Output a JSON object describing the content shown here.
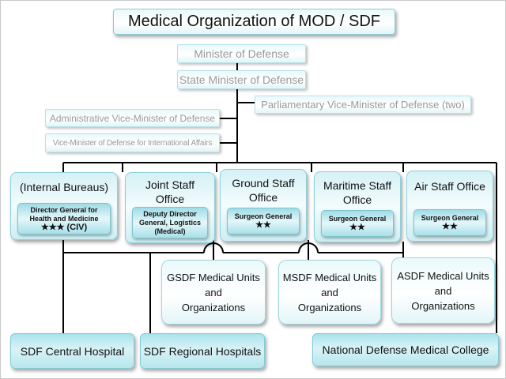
{
  "title": "Medical Organization of MOD / SDF",
  "leadership": {
    "minister": "Minister of Defense",
    "state_minister": "State Minister of Defense",
    "parliamentary_vice": "Parliamentary Vice-Minister of Defense (two)",
    "admin_vice": "Administrative Vice-Minister of Defense",
    "intl_vice": "Vice-Minister of Defense for International Affairs"
  },
  "offices": [
    {
      "name": "(Internal Bureaus)",
      "role": "Director General for Health and Medicine",
      "rank": "★★★ (CIV)"
    },
    {
      "name": "Joint Staff Office",
      "role": "Deputy Director General, Logistics (Medical)",
      "rank": ""
    },
    {
      "name": "Ground Staff Office",
      "role": "Surgeon General",
      "rank": "★★"
    },
    {
      "name": "Maritime Staff Office",
      "role": "Surgeon General",
      "rank": "★★"
    },
    {
      "name": "Air Staff Office",
      "role": "Surgeon General",
      "rank": "★★"
    }
  ],
  "units": [
    {
      "label": "GSDF Medical Units\nand\nOrganizations"
    },
    {
      "label": "MSDF Medical Units\nand\nOrganizations"
    },
    {
      "label": "ASDF Medical Units\nand\nOrganizations"
    }
  ],
  "facilities": {
    "central_hospital": "SDF Central Hospital",
    "regional_hospitals": "SDF Regional Hospitals",
    "medical_college": "National Defense Medical College"
  }
}
